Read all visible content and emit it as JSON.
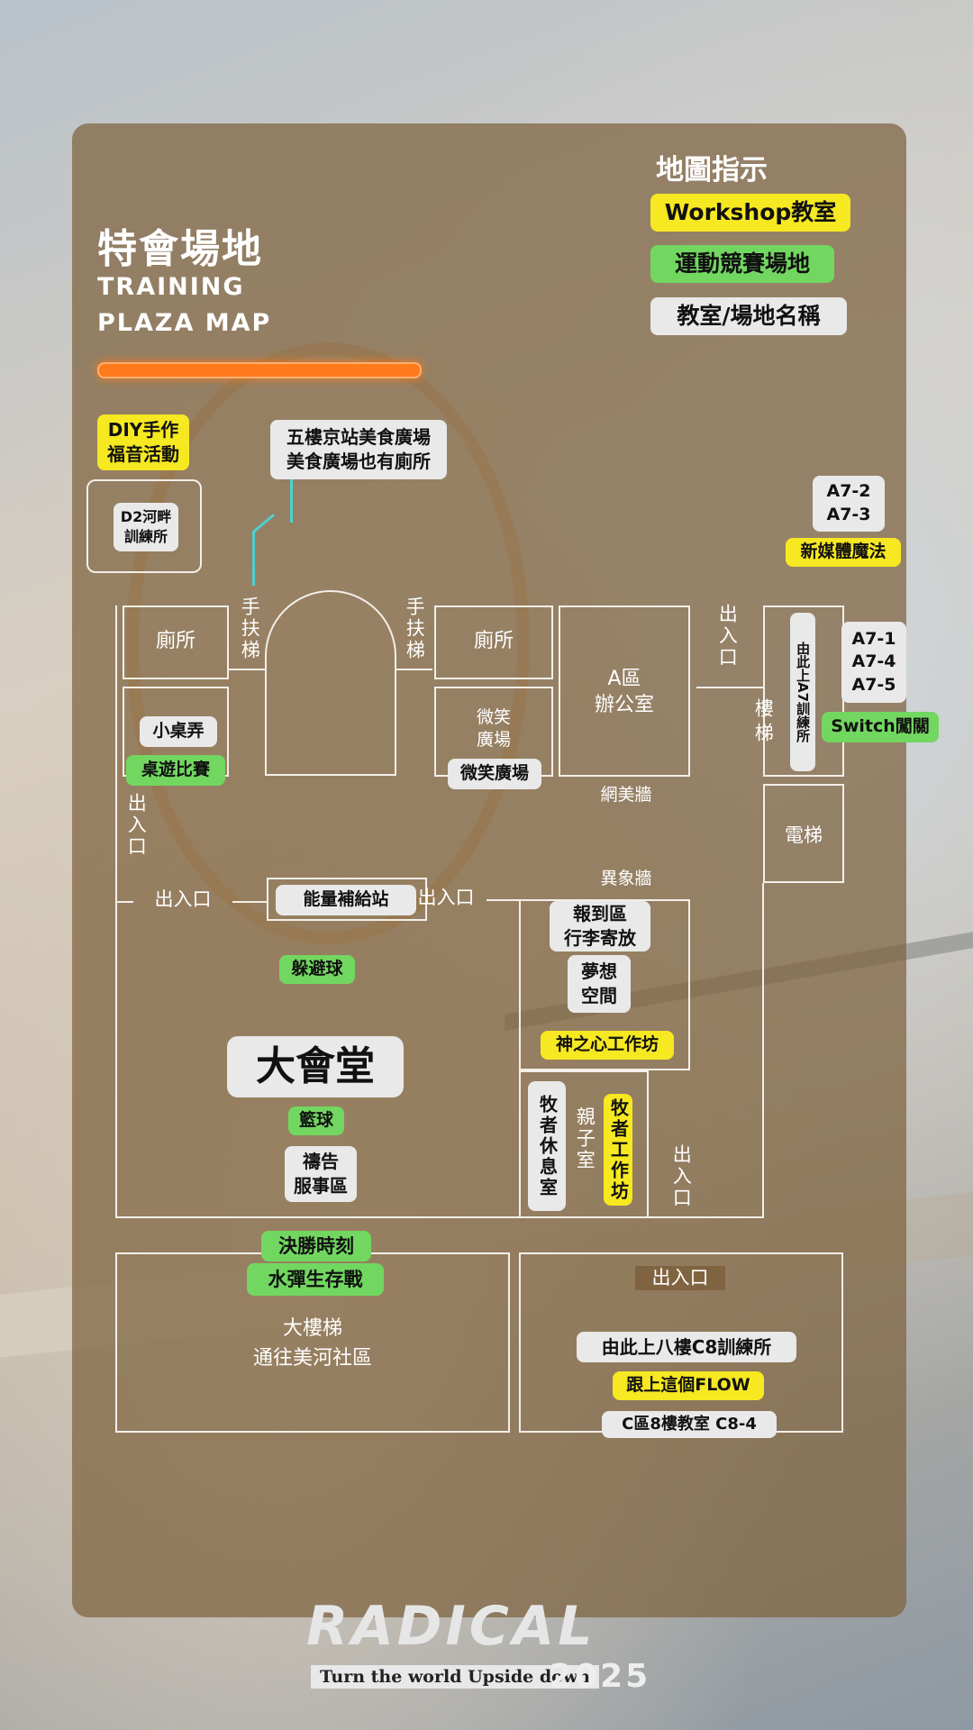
{
  "header": {
    "title": "特會場地",
    "subtitle_line1": "TRAINING",
    "subtitle_line2": "PLAZA MAP"
  },
  "legend": {
    "title": "地圖指示",
    "items": [
      {
        "label": "Workshop教室",
        "color": "#f6e821"
      },
      {
        "label": "運動競賽場地",
        "color": "#72d760"
      },
      {
        "label": "教室/場地名稱",
        "color": "#e9e9e9"
      }
    ]
  },
  "map": {
    "diy": "DIY手作\n福音活動",
    "d2": "D2河畔\n訓練所",
    "food_court": "五樓京站美食廣場\n美食廣場也有廁所",
    "escalator_left": "手扶梯",
    "escalator_right": "手扶梯",
    "toilet_left": "廁所",
    "toilet_right": "廁所",
    "xiaozhuo": "小桌弄",
    "board_game": "桌遊比賽",
    "smile_room": "微笑\n廣場",
    "smile_tag": "微笑廣場",
    "a_office": "A區\n辦公室",
    "net_wall": "網美牆",
    "exit_mid": "出入口",
    "stairs": "樓梯",
    "a7_path": "由此上A7訓練所",
    "a7_top": "A7-2\nA7-3",
    "new_media": "新媒體魔法",
    "a7_right": "A7-1\nA7-4\nA7-5",
    "switch": "Switch闖關",
    "elevator": "電梯",
    "exit_left_vert": "出入口",
    "exit_left_h": "出入口",
    "energy": "能量補給站",
    "exit_center_h": "出入口",
    "strange_wall": "異象牆",
    "checkin": "報到區\n行李寄放",
    "dream": "夢想\n空間",
    "god_heart": "神之心工作坊",
    "dodgeball": "躲避球",
    "hall": "大會堂",
    "basketball": "籃球",
    "prayer": "禱告\n服事區",
    "pastor_rest": "牧者休息室",
    "parent_child": "親子室",
    "pastor_workshop": "牧者工作坊",
    "exit_right_vert": "出入口",
    "final_moment": "決勝時刻",
    "water_battle": "水彈生存戰",
    "big_stairs": "大樓梯\n通往美河社區",
    "exit_bottom": "出入口",
    "c8_path": "由此上八樓C8訓練所",
    "flow": "跟上這個FLOW",
    "c8_room": "C區8樓教室  C8-4"
  },
  "footer": {
    "logo": "RADICAL",
    "tagline": "Turn the world Upside down",
    "year": "2025"
  }
}
